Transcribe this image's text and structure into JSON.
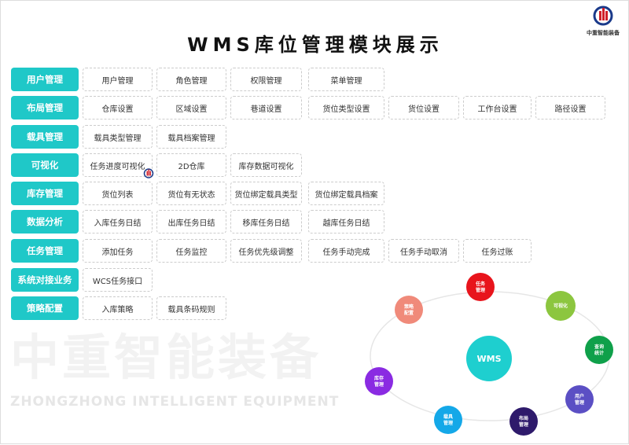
{
  "title": "WMS库位管理模块展示",
  "logo_text": "中重智能装备",
  "watermark": {
    "cn": "中重智能装备",
    "en": "ZHONGZHONG INTELLIGENT EQUIPMENT"
  },
  "rows": [
    {
      "category": "用户管理",
      "items": [
        "用户管理",
        "角色管理",
        "权限管理",
        "菜单管理"
      ]
    },
    {
      "category": "布局管理",
      "items": [
        "仓库设置",
        "区域设置",
        "巷道设置",
        "货位类型设置",
        "货位设置",
        "工作台设置",
        "路径设置"
      ]
    },
    {
      "category": "载具管理",
      "items": [
        "载具类型管理",
        "载具档案管理"
      ]
    },
    {
      "category": "可视化",
      "items": [
        "任务进度可视化",
        "2D仓库",
        "库存数据可视化"
      ]
    },
    {
      "category": "库存管理",
      "items": [
        "货位列表",
        "货位有无状态",
        "货位绑定载具类型",
        "货位绑定载具档案"
      ]
    },
    {
      "category": "数据分析",
      "items": [
        "入库任务日结",
        "出库任务日结",
        "移库任务日结",
        "越库任务日结"
      ]
    },
    {
      "category": "任务管理",
      "items": [
        "添加任务",
        "任务监控",
        "任务优先级调整",
        "任务手动完成",
        "任务手动取消",
        "任务过账"
      ]
    },
    {
      "category": "系统对接业务",
      "items": [
        "WCS任务接口"
      ]
    },
    {
      "category": "策略配置",
      "items": [
        "入库策略",
        "载具条码规则"
      ]
    }
  ],
  "diagram": {
    "center": {
      "label": "WMS",
      "color": "#1ecfcf"
    },
    "nodes": [
      {
        "label": "任务\n管理",
        "color": "#e8141c"
      },
      {
        "label": "可视化",
        "color": "#8cc63f"
      },
      {
        "label": "查询\n统计",
        "color": "#0fa04a"
      },
      {
        "label": "用户\n管理",
        "color": "#5b4fc4"
      },
      {
        "label": "布局\n管理",
        "color": "#2e1a6b"
      },
      {
        "label": "载具\n管理",
        "color": "#14a8e8"
      },
      {
        "label": "库存\n管理",
        "color": "#8a2be2"
      },
      {
        "label": "策略\n配置",
        "color": "#f08a7a"
      }
    ]
  },
  "accent": "#1fc8c8"
}
